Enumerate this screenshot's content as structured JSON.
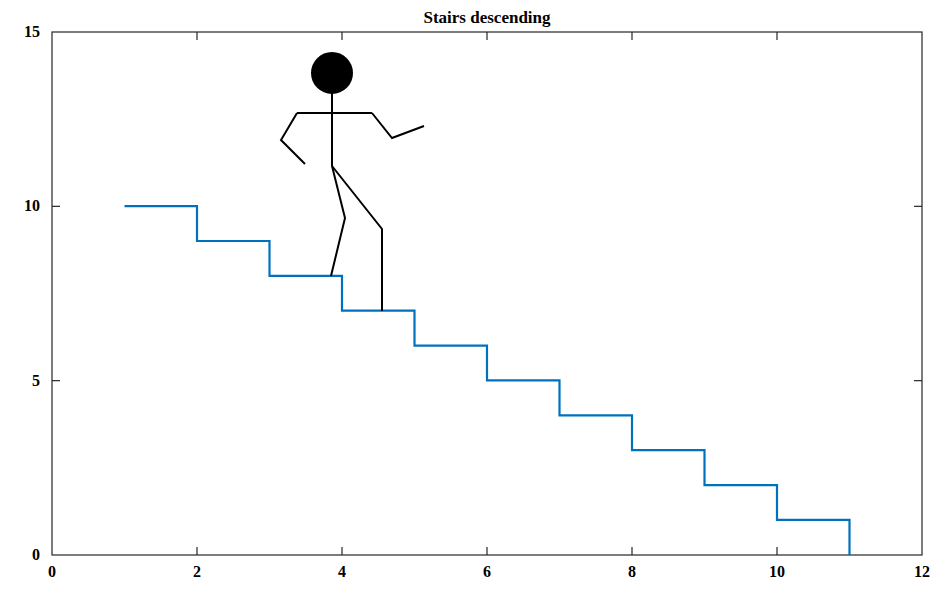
{
  "diagram": {
    "title": "Stairs descending",
    "labels": [
      "0",
      "2",
      "4",
      "6",
      "8",
      "10",
      "12",
      "0",
      "5",
      "10",
      "15"
    ]
  }
}
